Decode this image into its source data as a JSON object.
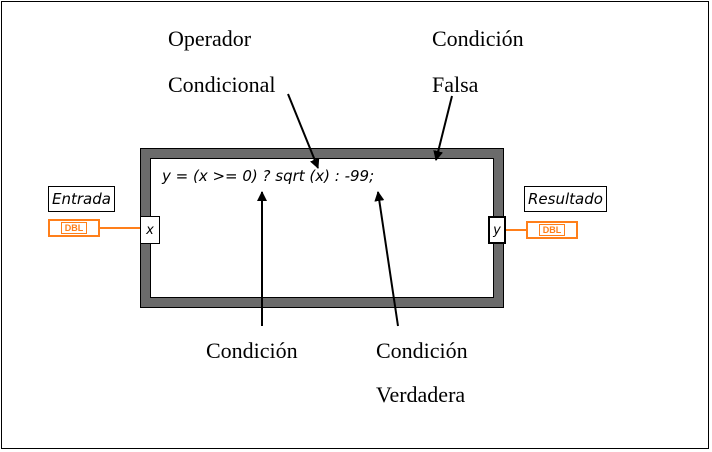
{
  "annotations": {
    "operador_line1": "Operador",
    "operador_line2": "Condicional",
    "falsa_line1": "Condición",
    "falsa_line2": "Falsa",
    "condicion": "Condición",
    "verdadera_line1": "Condición",
    "verdadera_line2": "Verdadera"
  },
  "node": {
    "expression": "y = (x >= 0) ? sqrt (x) : -99;",
    "input_terminal": "x",
    "output_terminal": "y"
  },
  "input": {
    "label": "Entrada",
    "type": "DBL"
  },
  "output": {
    "label": "Resultado",
    "type": "DBL"
  },
  "colors": {
    "wire": "#ff7f1a",
    "structure_border": "#6b6b6b"
  }
}
